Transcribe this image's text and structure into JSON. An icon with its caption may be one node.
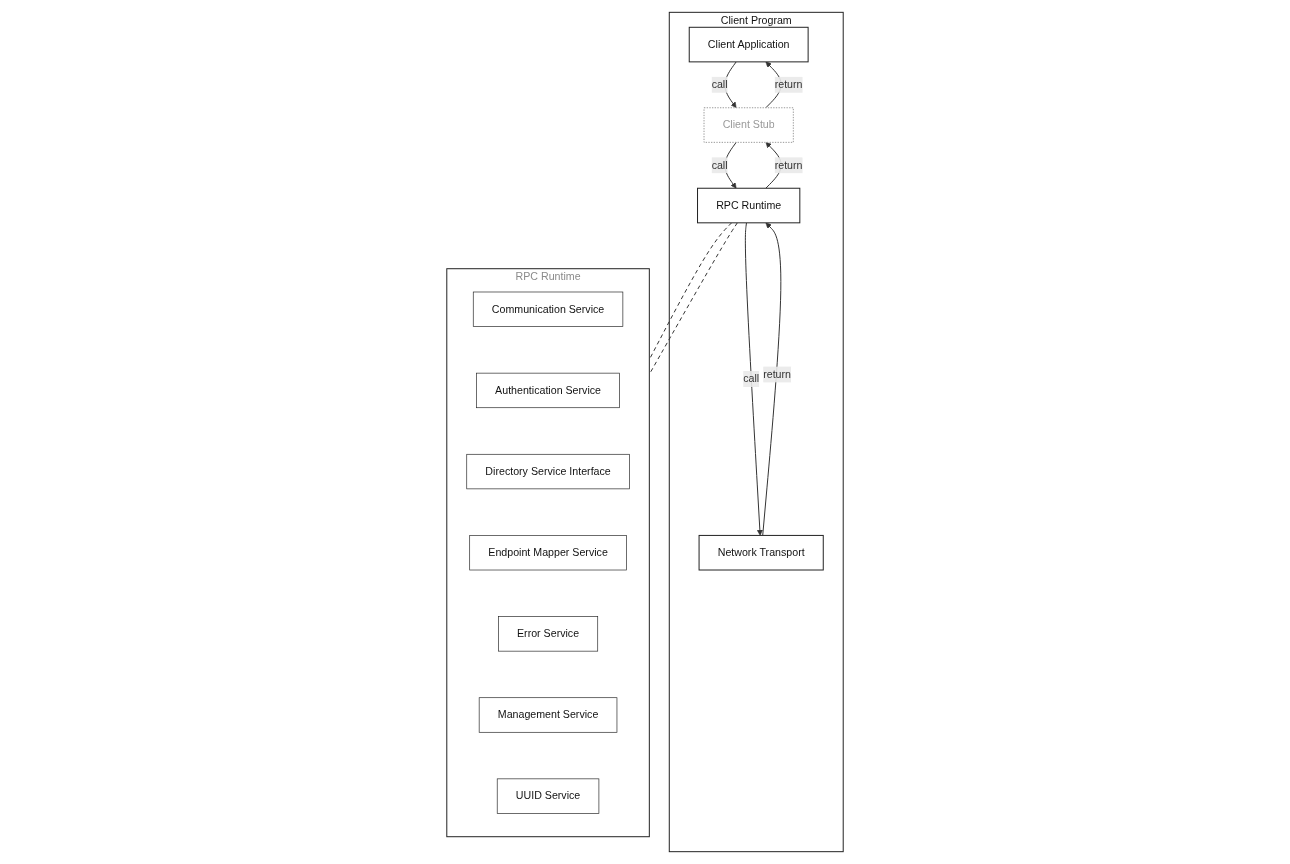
{
  "diagram": {
    "nodes": [
      {
        "text": [
          "Client Program"
        ]
      },
      {
        "text": [
          "Client Application"
        ],
        "in": 0
      },
      {
        "text": [
          "Client Stub"
        ],
        "in": 0
      },
      {
        "text": [
          "RPC Runtime"
        ],
        "in": 0
      },
      {
        "text": [
          "Network Transport"
        ],
        "in": 0
      },
      {
        "text": [
          "RPC Runtime"
        ]
      },
      {
        "text": [
          "Communication Service"
        ],
        "in": 5
      },
      {
        "text": [
          "Authentication Service"
        ],
        "in": 5
      },
      {
        "text": [
          "Directory Service Interface"
        ],
        "in": 5
      },
      {
        "text": [
          "Endpoint Mapper Service"
        ],
        "in": 5
      },
      {
        "text": [
          "Error Service"
        ],
        "in": 5
      },
      {
        "text": [
          "Management Service"
        ],
        "in": 5
      },
      {
        "text": [
          "UUID Service"
        ],
        "in": 5
      }
    ],
    "edges": [
      {
        "from": 1,
        "to": 2,
        "arrow": "to",
        "label": "call"
      },
      {
        "from": 2,
        "to": 1,
        "arrow": "to",
        "label": "return"
      },
      {
        "from": 2,
        "to": 3,
        "arrow": "to",
        "label": "call"
      },
      {
        "from": 3,
        "to": 2,
        "arrow": "to",
        "label": "return"
      },
      {
        "from": 3,
        "to": 4,
        "arrow": "to",
        "label": "call"
      },
      {
        "from": 4,
        "to": 3,
        "arrow": "to",
        "label": "return"
      },
      {
        "from": 3,
        "to": 5,
        "arrow": "none",
        "style": "dashed"
      },
      {
        "from": 3,
        "to": 5,
        "arrow": "none",
        "style": "dashed"
      }
    ]
  }
}
